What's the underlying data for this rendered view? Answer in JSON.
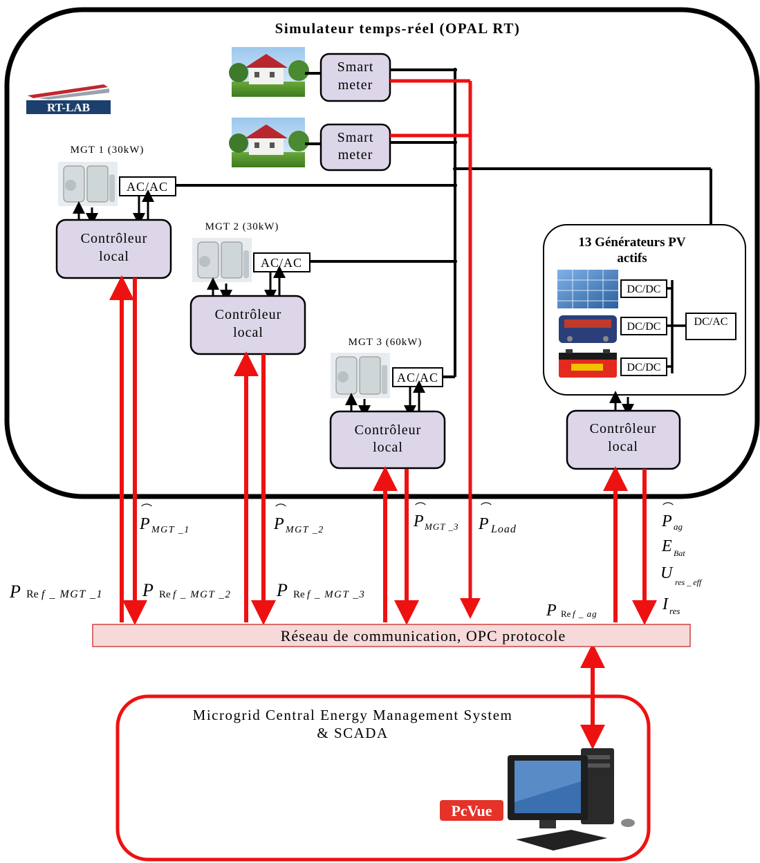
{
  "title": "Simulateur temps-réel  (OPAL RT)",
  "rtlab_logo": "RT-LAB",
  "smart_meters": [
    {
      "line1": "Smart",
      "line2": "meter"
    },
    {
      "line1": "Smart",
      "line2": "meter"
    }
  ],
  "mgt": [
    {
      "label": "MGT 1 (30kW)",
      "converter": "AC/AC",
      "controller_line1": "Contrôleur",
      "controller_line2": "local"
    },
    {
      "label": "MGT 2 (30kW)",
      "converter": "AC/AC",
      "controller_line1": "Contrôleur",
      "controller_line2": "local"
    },
    {
      "label": "MGT 3 (60kW)",
      "converter": "AC/AC",
      "controller_line1": "Contrôleur",
      "controller_line2": "local"
    }
  ],
  "pv": {
    "title_line1": "13 Générateurs PV",
    "title_line2": "actifs",
    "dcdc": [
      "DC/DC",
      "DC/DC",
      "DC/DC"
    ],
    "dcac": "DC/AC",
    "controller_line1": "Contrôleur",
    "controller_line2": "local"
  },
  "signals": {
    "p_mgt_1": {
      "base": "P",
      "sub": "MGT _1"
    },
    "p_mgt_2": {
      "base": "P",
      "sub": "MGT _2"
    },
    "p_mgt_3": {
      "base": "P",
      "sub": "MGT _3"
    },
    "p_load": {
      "base": "P",
      "sub": "Load"
    },
    "p_ag": {
      "base": "P",
      "sub": "ag"
    },
    "e_bat": {
      "base": "E",
      "sub": "Bat"
    },
    "u_res": {
      "base": "U",
      "sub": "res _ eff"
    },
    "i_res": {
      "base": "I",
      "sub": "res"
    },
    "pref_mgt_1": {
      "base": "P",
      "ref": "Re",
      "sub": "f _ MGT _1"
    },
    "pref_mgt_2": {
      "base": "P",
      "ref": "Re",
      "sub": "f _ MGT _2"
    },
    "pref_mgt_3": {
      "base": "P",
      "ref": "Re",
      "sub": "f _ MGT _3"
    },
    "pref_ag": {
      "base": "P",
      "ref": "Re",
      "sub": "f _ ag"
    }
  },
  "network_label": "Réseau de communication, OPC protocole",
  "cems_line1": "Microgrid Central Energy Management System",
  "cems_line2": "& SCADA",
  "pcvue_logo": "PcVue",
  "colors": {
    "red": "#ee1111",
    "box_fill": "#dcd6e8",
    "network_fill": "#f6dada"
  }
}
